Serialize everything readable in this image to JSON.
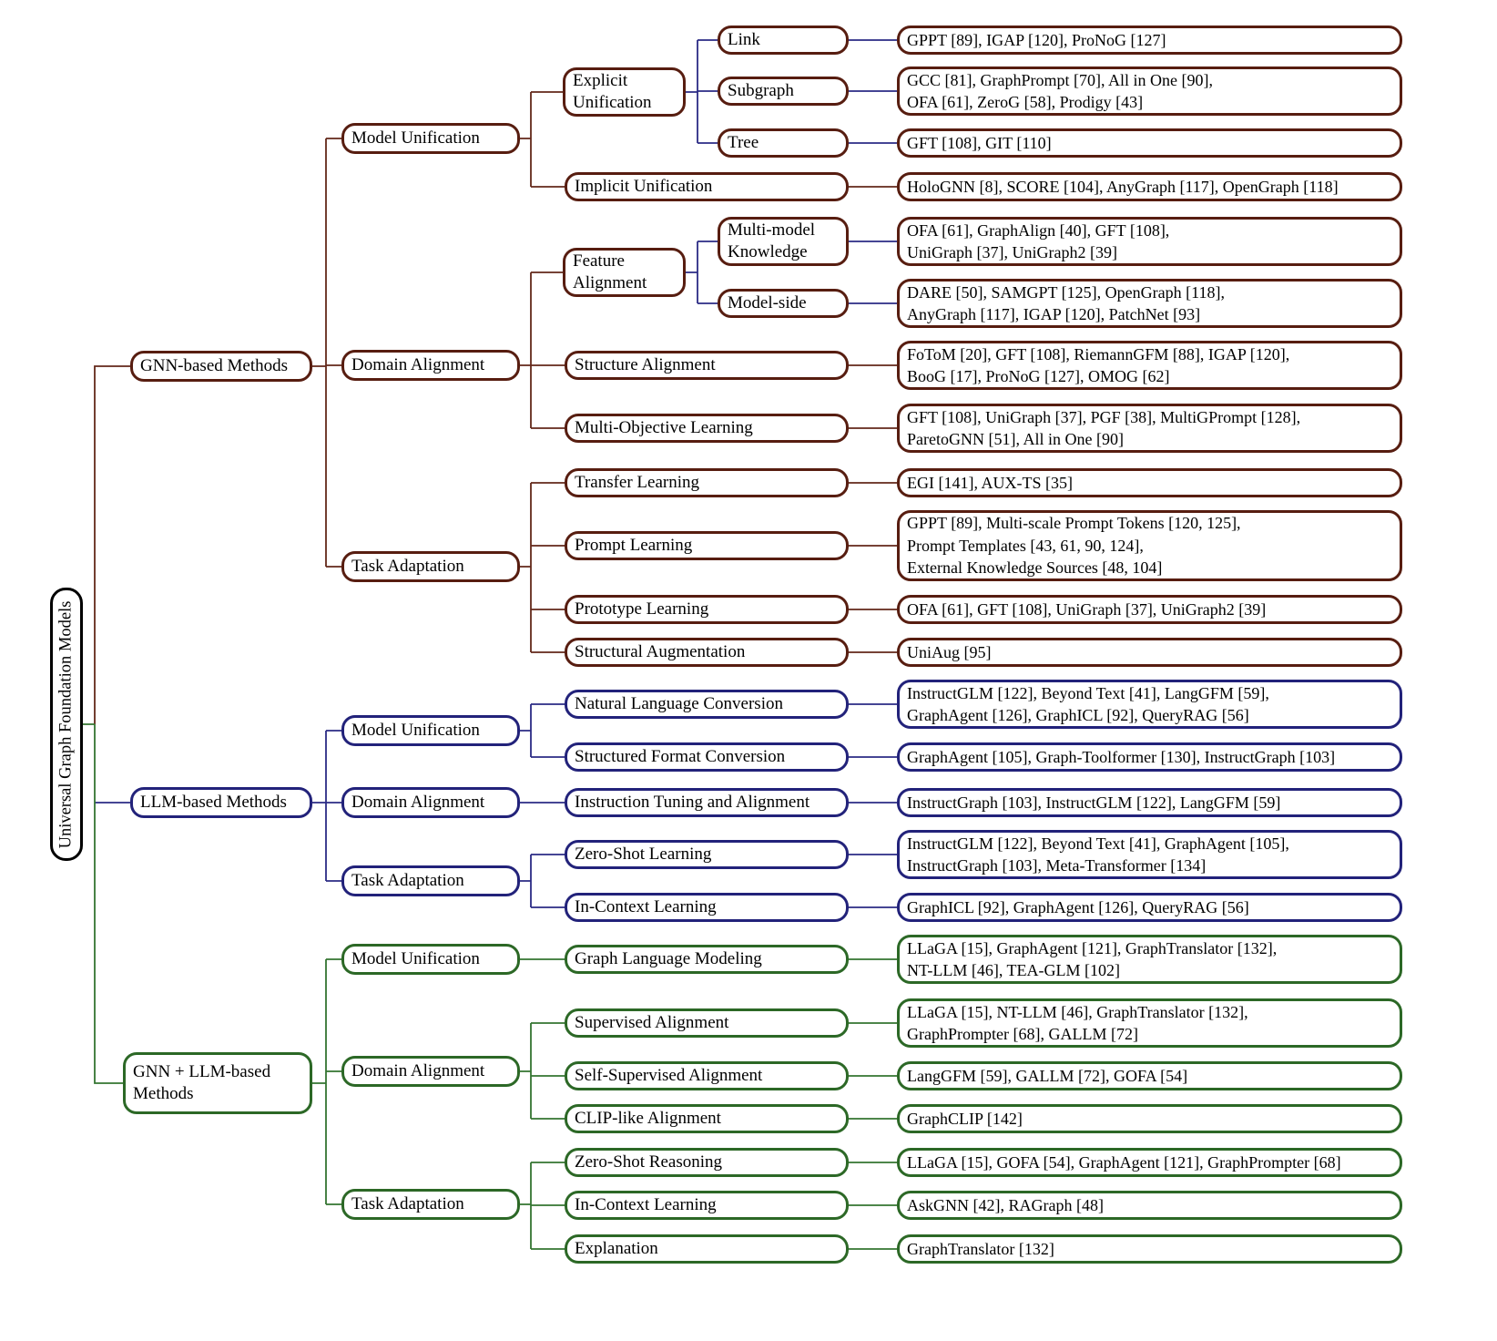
{
  "diagram": {
    "root": {
      "label": "Universal Graph Foundation Models"
    },
    "colors": {
      "gnn_accent": "#571d10",
      "llm_accent": "#22227a",
      "hybrid_accent": "#2c6826",
      "root_accent": "#000000"
    },
    "branches": [
      {
        "label": "GNN-based Methods",
        "groups": [
          {
            "label": "Model Unification",
            "children": [
              {
                "label": "Explicit\nUnification",
                "sub": [
                  {
                    "label": "Link",
                    "leaf": "GPPT [89], IGAP [120], ProNoG [127]"
                  },
                  {
                    "label": "Subgraph",
                    "leaf": "GCC [81], GraphPrompt [70], All in One [90],\nOFA [61], ZeroG [58], Prodigy [43]"
                  },
                  {
                    "label": "Tree",
                    "leaf": "GFT [108], GIT [110]"
                  }
                ]
              },
              {
                "label": "Implicit Unification",
                "leaf": "HoloGNN [8], SCORE [104], AnyGraph [117], OpenGraph [118]"
              }
            ]
          },
          {
            "label": "Domain Alignment",
            "children": [
              {
                "label": "Feature\nAlignment",
                "sub": [
                  {
                    "label": "Multi-model\nKnowledge",
                    "leaf": "OFA [61], GraphAlign [40], GFT [108],\nUniGraph [37], UniGraph2 [39]"
                  },
                  {
                    "label": "Model-side",
                    "leaf": "DARE [50], SAMGPT [125], OpenGraph [118],\nAnyGraph [117], IGAP [120], PatchNet [93]"
                  }
                ]
              },
              {
                "label": "Structure Alignment",
                "leaf": "FoToM [20], GFT [108], RiemannGFM [88], IGAP [120],\nBooG [17], ProNoG [127], OMOG [62]"
              },
              {
                "label": "Multi-Objective Learning",
                "leaf": "GFT [108], UniGraph [37], PGF [38], MultiGPrompt [128],\nParetoGNN [51], All in One [90]"
              }
            ]
          },
          {
            "label": "Task Adaptation",
            "children": [
              {
                "label": "Transfer Learning",
                "leaf": "EGI [141], AUX-TS [35]"
              },
              {
                "label": "Prompt Learning",
                "leaf": "GPPT [89], Multi-scale Prompt Tokens [120, 125],\nPrompt Templates [43, 61, 90, 124],\nExternal Knowledge Sources [48, 104]"
              },
              {
                "label": "Prototype Learning",
                "leaf": "OFA [61], GFT [108], UniGraph [37], UniGraph2 [39]"
              },
              {
                "label": "Structural Augmentation",
                "leaf": "UniAug [95]"
              }
            ]
          }
        ]
      },
      {
        "label": "LLM-based Methods",
        "groups": [
          {
            "label": "Model Unification",
            "children": [
              {
                "label": "Natural Language Conversion",
                "leaf": "InstructGLM [122], Beyond Text [41], LangGFM [59],\nGraphAgent [126], GraphICL [92], QueryRAG [56]"
              },
              {
                "label": "Structured Format Conversion",
                "leaf": "GraphAgent [105], Graph-Toolformer [130], InstructGraph [103]"
              }
            ]
          },
          {
            "label": "Domain Alignment",
            "children": [
              {
                "label": "Instruction Tuning and Alignment",
                "leaf": "InstructGraph [103], InstructGLM [122], LangGFM [59]"
              }
            ]
          },
          {
            "label": "Task Adaptation",
            "children": [
              {
                "label": "Zero-Shot Learning",
                "leaf": "InstructGLM [122], Beyond Text [41], GraphAgent [105],\nInstructGraph [103], Meta-Transformer [134]"
              },
              {
                "label": "In-Context Learning",
                "leaf": "GraphICL [92], GraphAgent [126], QueryRAG [56]"
              }
            ]
          }
        ]
      },
      {
        "label": "GNN + LLM-based\nMethods",
        "groups": [
          {
            "label": "Model Unification",
            "children": [
              {
                "label": "Graph Language Modeling",
                "leaf": "LLaGA [15], GraphAgent [121], GraphTranslator [132],\nNT-LLM [46], TEA-GLM [102]"
              }
            ]
          },
          {
            "label": "Domain Alignment",
            "children": [
              {
                "label": "Supervised Alignment",
                "leaf": "LLaGA [15], NT-LLM [46], GraphTranslator [132],\nGraphPrompter [68], GALLM [72]"
              },
              {
                "label": "Self-Supervised Alignment",
                "leaf": "LangGFM [59], GALLM [72], GOFA [54]"
              },
              {
                "label": "CLIP-like Alignment",
                "leaf": "GraphCLIP [142]"
              }
            ]
          },
          {
            "label": "Task Adaptation",
            "children": [
              {
                "label": "Zero-Shot Reasoning",
                "leaf": "LLaGA [15], GOFA [54], GraphAgent [121], GraphPrompter [68]"
              },
              {
                "label": "In-Context Learning",
                "leaf": "AskGNN [42], RAGraph [48]"
              },
              {
                "label": "Explanation",
                "leaf": "GraphTranslator [132]"
              }
            ]
          }
        ]
      }
    ]
  }
}
